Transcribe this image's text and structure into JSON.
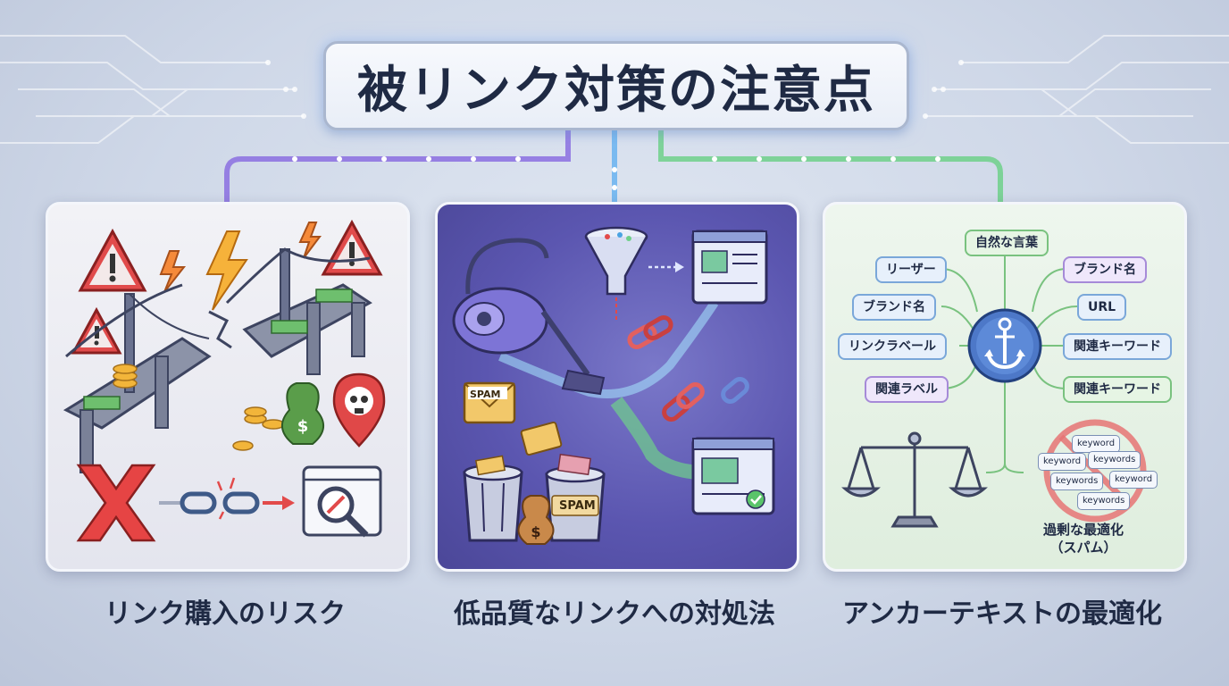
{
  "title": "被リンク対策の注意点",
  "sections": [
    {
      "caption": "リンク購入のリスク"
    },
    {
      "caption": "低品質なリンクへの対処法",
      "spam_labels": [
        "SPAM",
        "SPAM"
      ]
    },
    {
      "caption": "アンカーテキストの最適化",
      "anchor_tags": {
        "top": "自然な言葉",
        "left": [
          "リーザー",
          "ブランド名",
          "リンクラベール",
          "関連ラベル"
        ],
        "right": [
          "ブランド名",
          "URL",
          "関連キーワード",
          "関連キーワード"
        ]
      },
      "keywords": [
        "keyword",
        "keyword",
        "keywords",
        "keywords",
        "keyword",
        "keywords"
      ],
      "over_optimization": [
        "過剰な最適化",
        "（スパム）"
      ]
    }
  ],
  "colors": {
    "title_text": "#1f2a44",
    "accent_purple": "#8b6fe0",
    "accent_blue": "#6fb6f0",
    "accent_green": "#6fd08a"
  }
}
